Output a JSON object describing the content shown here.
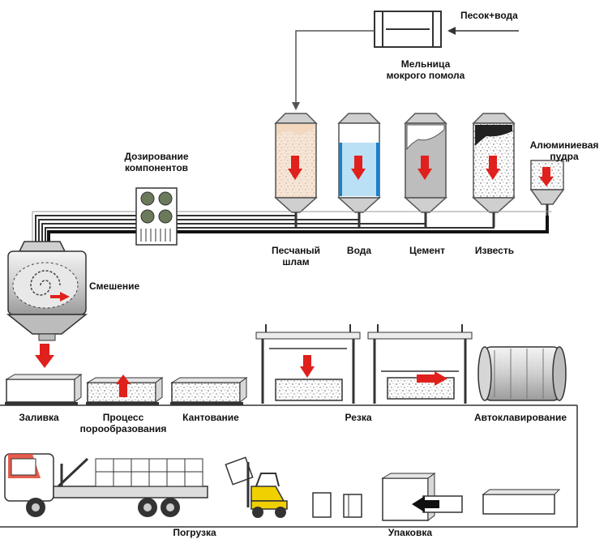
{
  "labels": {
    "sand_water": "Песок+вода",
    "mill_1": "Мельница",
    "mill_2": "мокрого помола",
    "dosing_1": "Дозирование",
    "dosing_2": "компонентов",
    "aluminum_1": "Алюминиевая",
    "aluminum_2": "пудра",
    "sludge_1": "Песчаный",
    "sludge_2": "шлам",
    "water": "Вода",
    "cement": "Цемент",
    "lime": "Известь",
    "mixing": "Смешение",
    "pouring": "Заливка",
    "pore_1": "Процесс",
    "pore_2": "порообразования",
    "tilting": "Кантование",
    "cutting": "Резка",
    "autoclave": "Автоклавирование",
    "loading": "Погрузка",
    "packing": "Упаковка"
  },
  "colors": {
    "arrow": "#e0201c",
    "sand": "#f2d8bf",
    "water": "#3aa6e6",
    "cement": "#bdbdbd",
    "lime": "#ececec",
    "equipment": "#9a9a9a",
    "mixer_fill": "#dcdcdc",
    "lift_yellow": "#f0d000",
    "cab_red": "#e24a3a"
  }
}
